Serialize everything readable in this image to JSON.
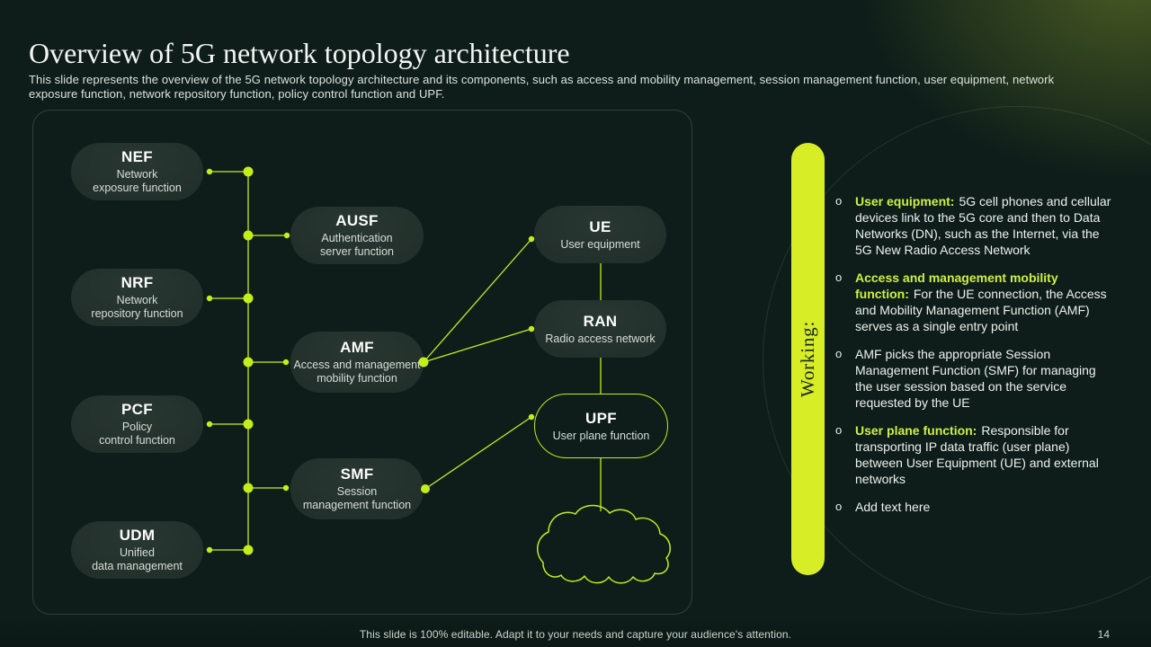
{
  "header": {
    "title": "Overview of 5G network topology architecture",
    "subtitle": "This slide represents the overview of the 5G network topology architecture and its components, such as access and mobility management, session management function, user equipment, network exposure function, network repository function, policy control function and UPF."
  },
  "colors": {
    "background": "#0e1d19",
    "accent_green": "#c3ee1a",
    "working_pill": "#d7ee26",
    "bullet_lead_green": "#cdf141",
    "node_fill": "#212e29",
    "text_primary": "#f3f6f4"
  },
  "diagram": {
    "nodes": {
      "nef": {
        "title": "NEF",
        "desc": "Network\nexposure function"
      },
      "nrf": {
        "title": "NRF",
        "desc": "Network\nrepository function"
      },
      "pcf": {
        "title": "PCF",
        "desc": "Policy\ncontrol function"
      },
      "udm": {
        "title": "UDM",
        "desc": "Unified\ndata management"
      },
      "ausf": {
        "title": "AUSF",
        "desc": "Authentication\nserver function"
      },
      "amf": {
        "title": "AMF",
        "desc": "Access and management\nmobility function"
      },
      "smf": {
        "title": "SMF",
        "desc": "Session\nmanagement function"
      },
      "ue": {
        "title": "UE",
        "desc": "User equipment"
      },
      "ran": {
        "title": "RAN",
        "desc": "Radio access network"
      },
      "upf": {
        "title": "UPF",
        "desc": "User plane function"
      }
    }
  },
  "working": {
    "label": "Working:",
    "marker": "o",
    "bullets": [
      {
        "lead": "User equipment:",
        "text": "5G cell phones and cellular devices link to the 5G core and then to Data Networks (DN), such as the Internet, via the 5G New Radio Access Network"
      },
      {
        "lead": "Access and management mobility function:",
        "text": "For the UE connection, the Access and Mobility Management Function (AMF) serves as a single entry point"
      },
      {
        "lead": "",
        "text": "AMF picks the appropriate Session Management Function (SMF) for managing the user session based on the service requested by the UE"
      },
      {
        "lead": "User plane function:",
        "text": "Responsible for transporting IP data traffic (user plane) between User Equipment (UE) and external networks"
      },
      {
        "lead": "",
        "text": "Add text here"
      }
    ]
  },
  "footer": {
    "note": "This slide is 100% editable. Adapt it to your needs and capture your audience's attention.",
    "page_number": "14"
  }
}
